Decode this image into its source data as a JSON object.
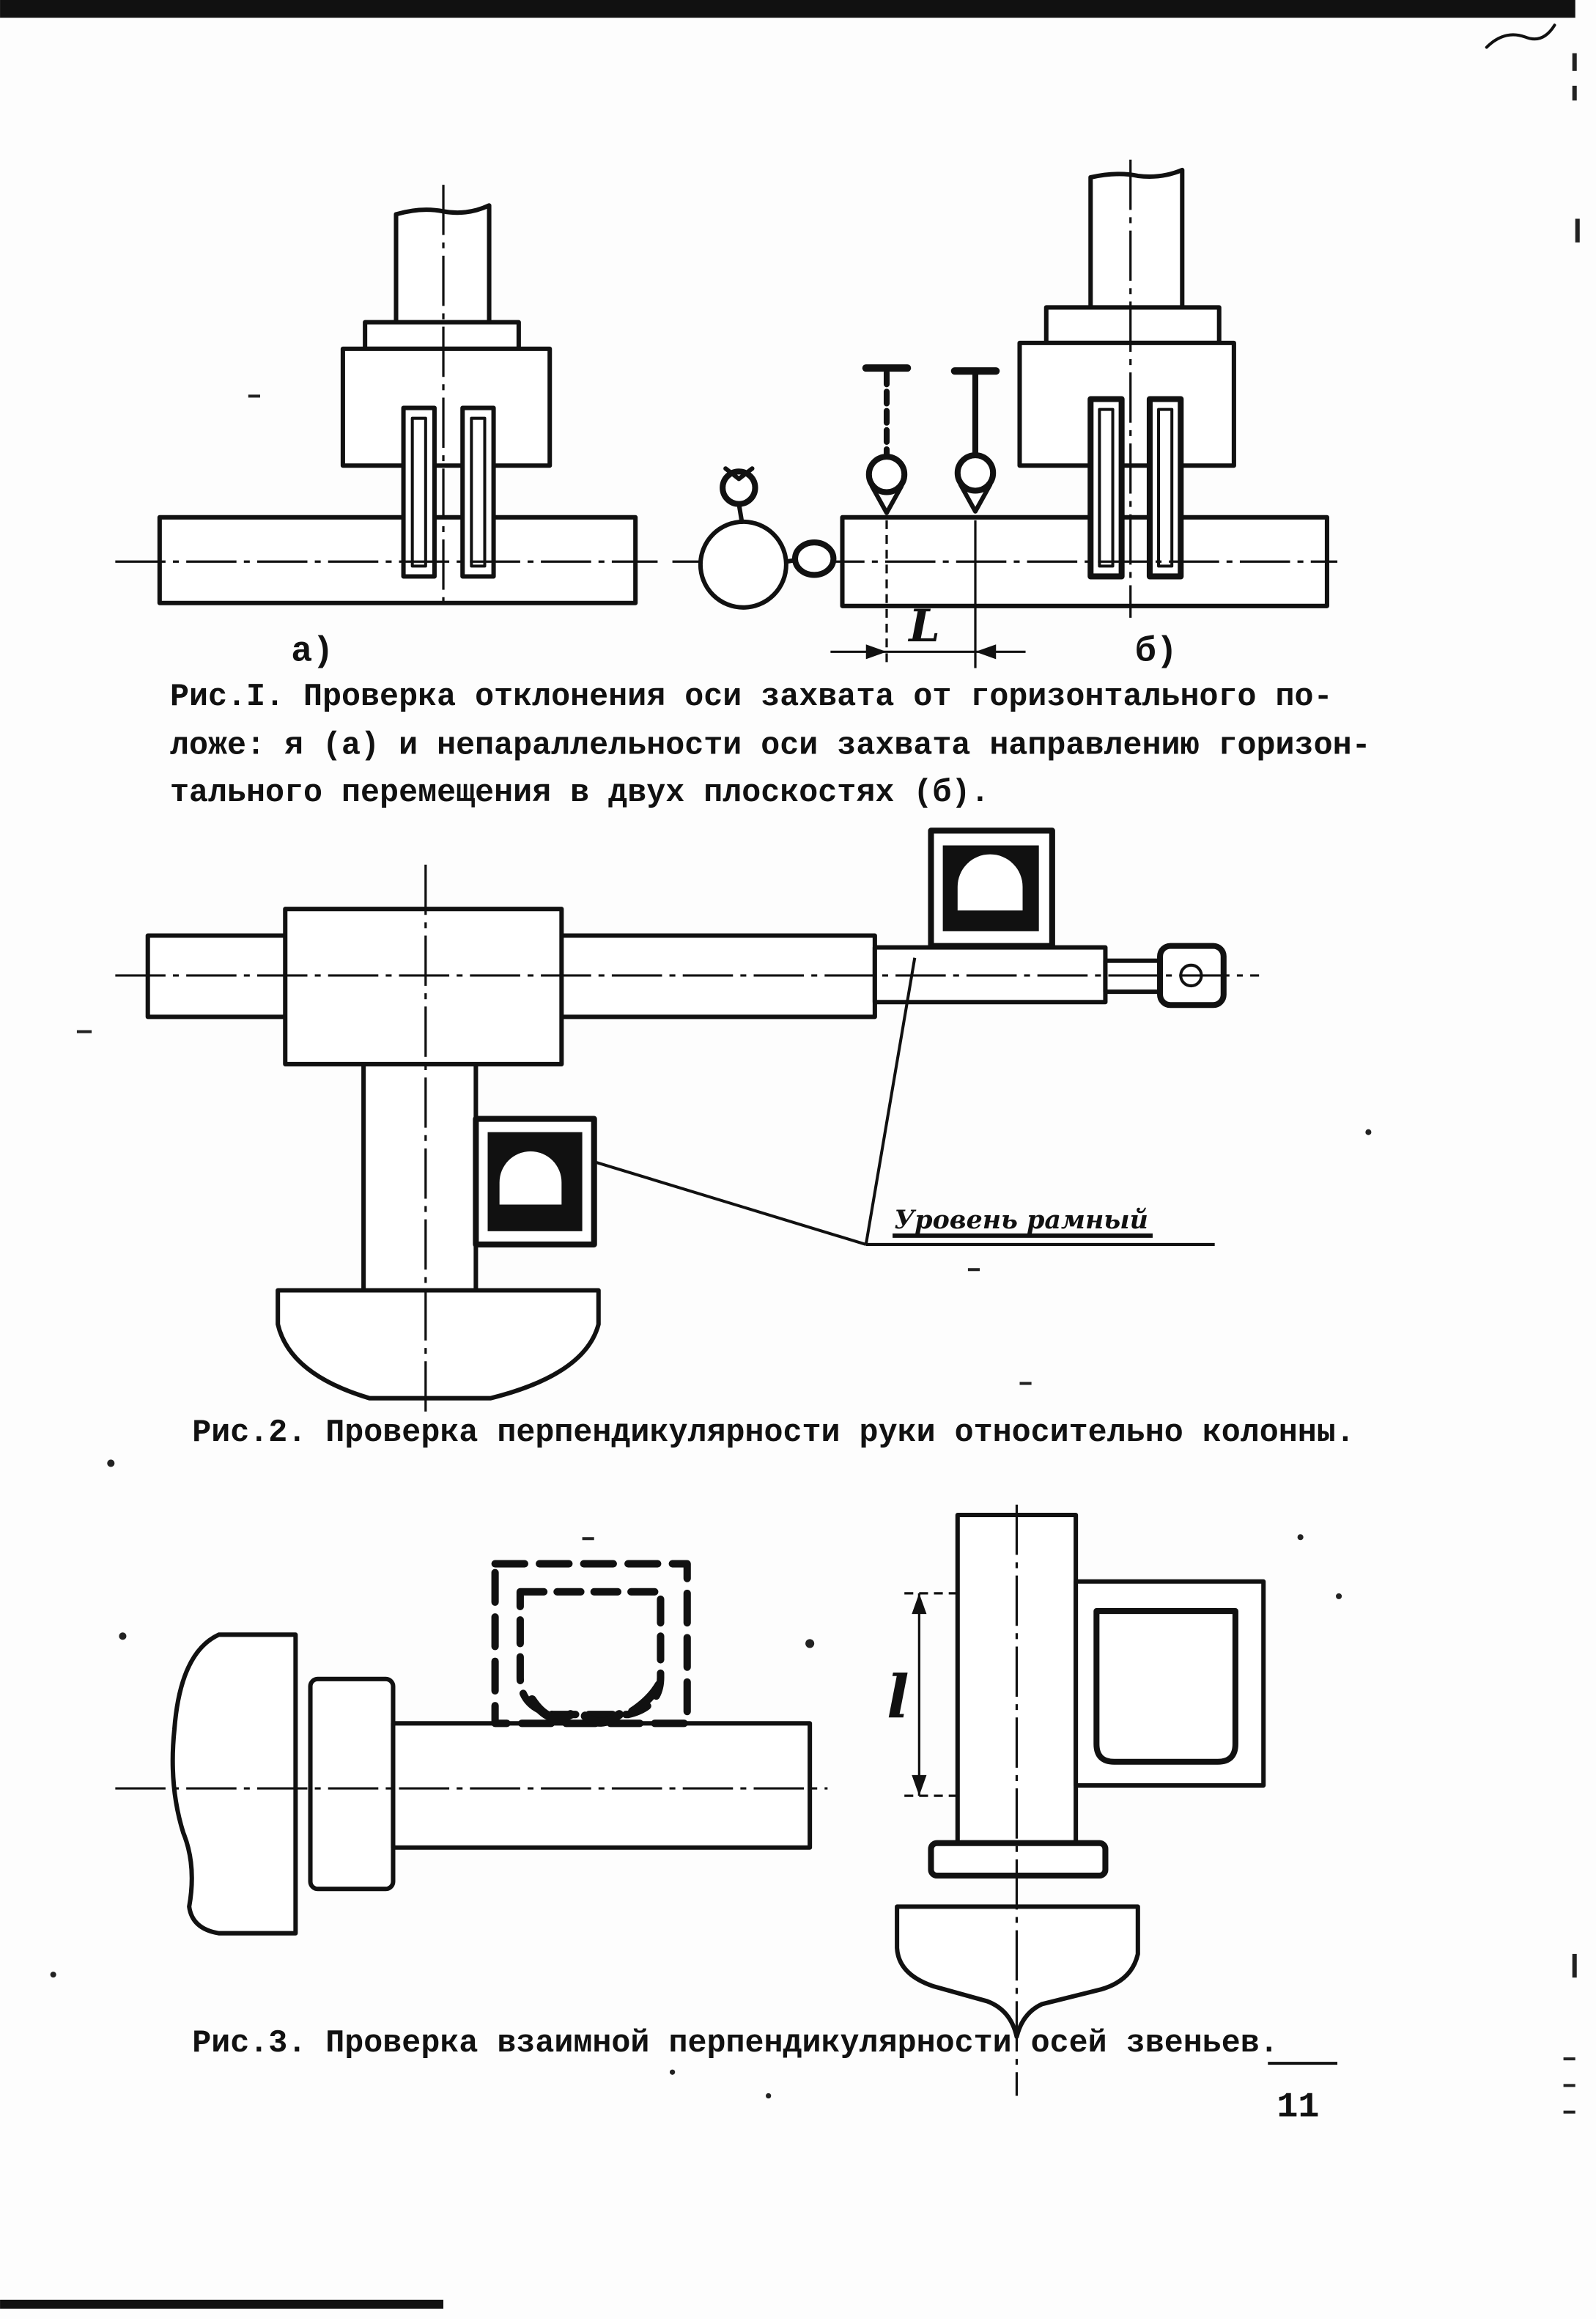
{
  "figure1": {
    "label_a": "а)",
    "label_b": "б)",
    "dimension_label": "L",
    "caption_lines": [
      "Рис.I. Проверка отклонения оси захвата от горизонтального по-",
      "ложе: я (а) и непараллельности оси захвата направлению горизон-",
      "тального перемещения в двух плоскостях (б)."
    ]
  },
  "figure2": {
    "level_label": "Уровень рамный",
    "caption": "Рис.2. Проверка перпендикулярности руки относительно колонны."
  },
  "figure3": {
    "dimension_label": "l",
    "caption": "Рис.3. Проверка взаимной перпендикулярности осей звеньев."
  },
  "page_number": "11"
}
